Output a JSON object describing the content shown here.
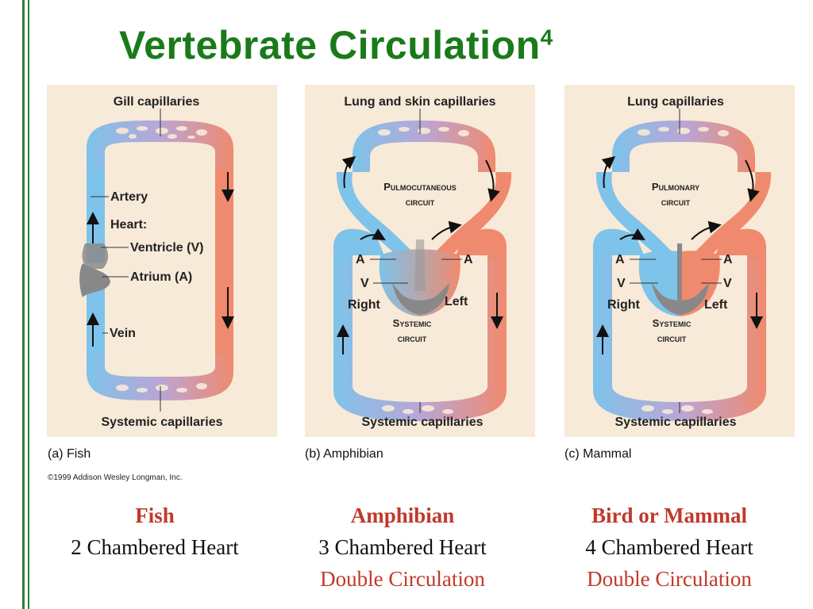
{
  "title": "Vertebrate Circulation",
  "title_sup": "4",
  "copyright": "©1999 Addison Wesley Longman, Inc.",
  "colors": {
    "vein": "#7ec3ea",
    "artery": "#f08a6e",
    "heart": "#888888",
    "title": "#1a7a1a",
    "caption": "#c0392b"
  },
  "panels": [
    {
      "label": "(a) Fish",
      "top_caps": "Gill capillaries",
      "bottom_caps": "Systemic capillaries",
      "artery": "Artery",
      "heart": "Heart:",
      "ventricle": "Ventricle (V)",
      "atrium": "Atrium (A)",
      "vein": "Vein"
    },
    {
      "label": "(b) Amphibian",
      "top_caps": "Lung and skin capillaries",
      "circuit_top_1": "Pulmocutaneous",
      "circuit_top_2": "circuit",
      "a_left": "A",
      "a_right": "A",
      "v": "V",
      "right": "Right",
      "left": "Left",
      "circuit_bottom_1": "Systemic",
      "circuit_bottom_2": "circuit",
      "bottom_caps": "Systemic capillaries"
    },
    {
      "label": "(c) Mammal",
      "top_caps": "Lung capillaries",
      "circuit_top_1": "Pulmonary",
      "circuit_top_2": "circuit",
      "a_left": "A",
      "a_right": "A",
      "v_left": "V",
      "v_right": "V",
      "right": "Right",
      "left": "Left",
      "circuit_bottom_1": "Systemic",
      "circuit_bottom_2": "circuit",
      "bottom_caps": "Systemic capillaries"
    }
  ],
  "captions": [
    {
      "name": "Fish",
      "heart": "2 Chambered Heart",
      "circulation": ""
    },
    {
      "name": "Amphibian",
      "heart": "3 Chambered Heart",
      "circulation": "Double Circulation"
    },
    {
      "name": "Bird or Mammal",
      "heart": "4 Chambered Heart",
      "circulation": "Double Circulation"
    }
  ]
}
